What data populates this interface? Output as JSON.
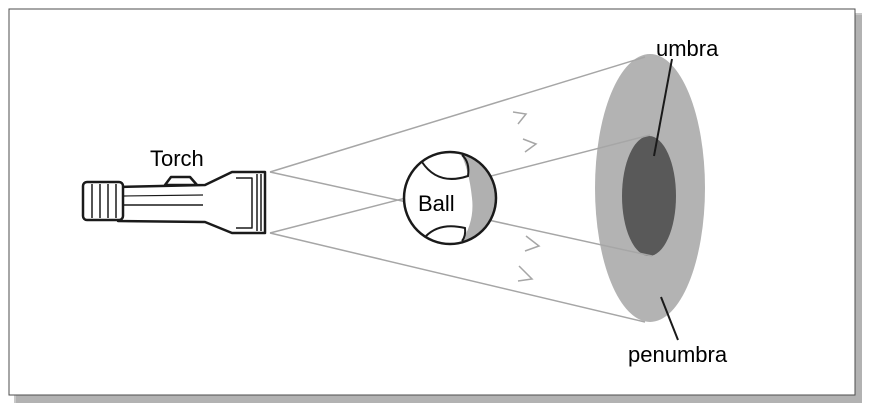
{
  "labels": {
    "torch": "Torch",
    "ball": "Ball",
    "umbra": "umbra",
    "penumbra": "penumbra"
  },
  "colors": {
    "ray": "#a6a6a6",
    "penumbra_fill": "#b3b3b3",
    "umbra_fill": "#595959",
    "outline": "#1a1a1a",
    "ball_shadow": "#b0b0b0",
    "frame_shadow": "#9a9a9a"
  }
}
